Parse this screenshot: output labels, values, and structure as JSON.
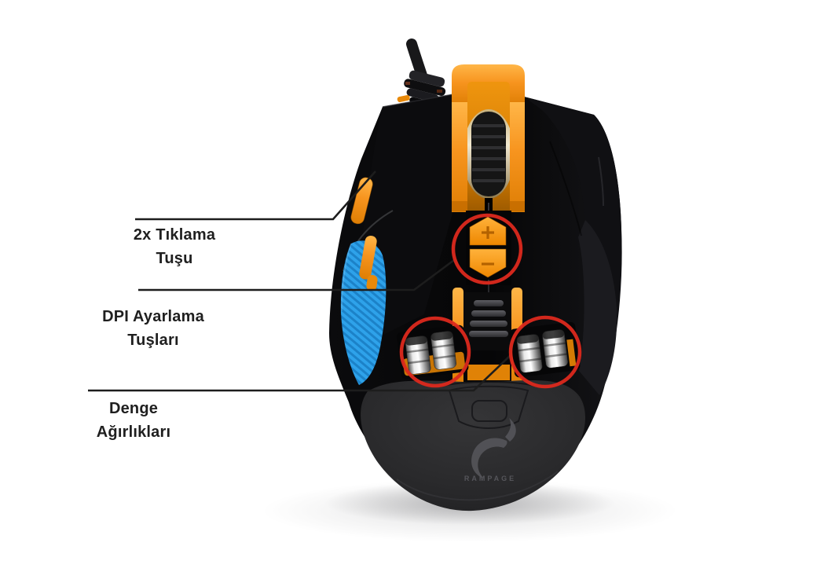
{
  "product": {
    "brand": "RAMPAGE",
    "item": "wired gaming mouse, top view"
  },
  "annotations": [
    {
      "name": "double-click-button",
      "lines": [
        "2x Tıklama",
        "Tuşu"
      ]
    },
    {
      "name": "dpi-adjust-buttons",
      "lines": [
        "DPI Ayarlama",
        "Tuşları"
      ]
    },
    {
      "name": "balance-weights",
      "lines": [
        "Denge",
        "Ağırlıkları"
      ]
    }
  ],
  "icons": {
    "rampage-logo-icon": "swoosh-flame brand mark",
    "plus-icon": "+",
    "minus-icon": "-"
  },
  "colors": {
    "background": "#FFFFFF",
    "body_black": "#0A0A0C",
    "accent_orange": "#F7941E",
    "grip_blue": "#2EA2EA",
    "highlight_red": "#DC291D",
    "chrome_weight": "#E8E8E8",
    "label_text": "#1F1F1F",
    "brand_text": "#55555A"
  }
}
